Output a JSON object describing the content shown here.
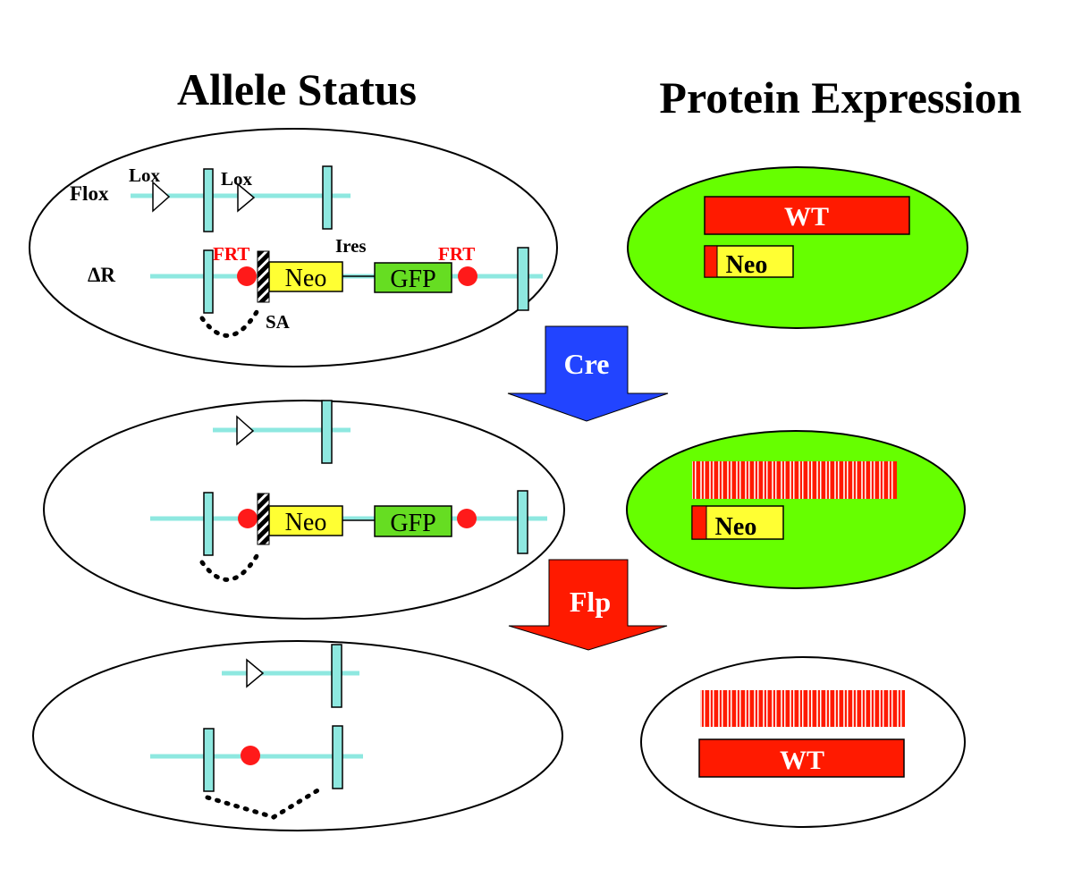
{
  "titles": {
    "left": "Allele Status",
    "right": "Protein Expression"
  },
  "panel1": {
    "flox_label": "Flox",
    "lox_label_1": "Lox",
    "lox_label_2": "Lox",
    "delta_label": "ΔR",
    "frt_left": "FRT",
    "frt_right": "FRT",
    "ires_label": "Ires",
    "neo_label": "Neo",
    "gfp_label": "GFP",
    "sa_label": "SA"
  },
  "panel2": {
    "neo_label": "Neo",
    "gfp_label": "GFP"
  },
  "protein1": {
    "wt_label": "WT",
    "neo_label": "Neo"
  },
  "protein2": {
    "neo_label": "Neo"
  },
  "protein3": {
    "wt_label": "WT"
  },
  "arrows": {
    "cre": "Cre",
    "flp": "Flp"
  },
  "colors": {
    "exon": "#8ee8e0",
    "frt": "#ff1a1a",
    "neo": "#ffff33",
    "gfp": "#66dd22",
    "cell_expressing": "#66ff00",
    "wt_protein": "#ff1a00",
    "cre_arrow": "#2244ff",
    "flp_arrow": "#ff1a00"
  }
}
